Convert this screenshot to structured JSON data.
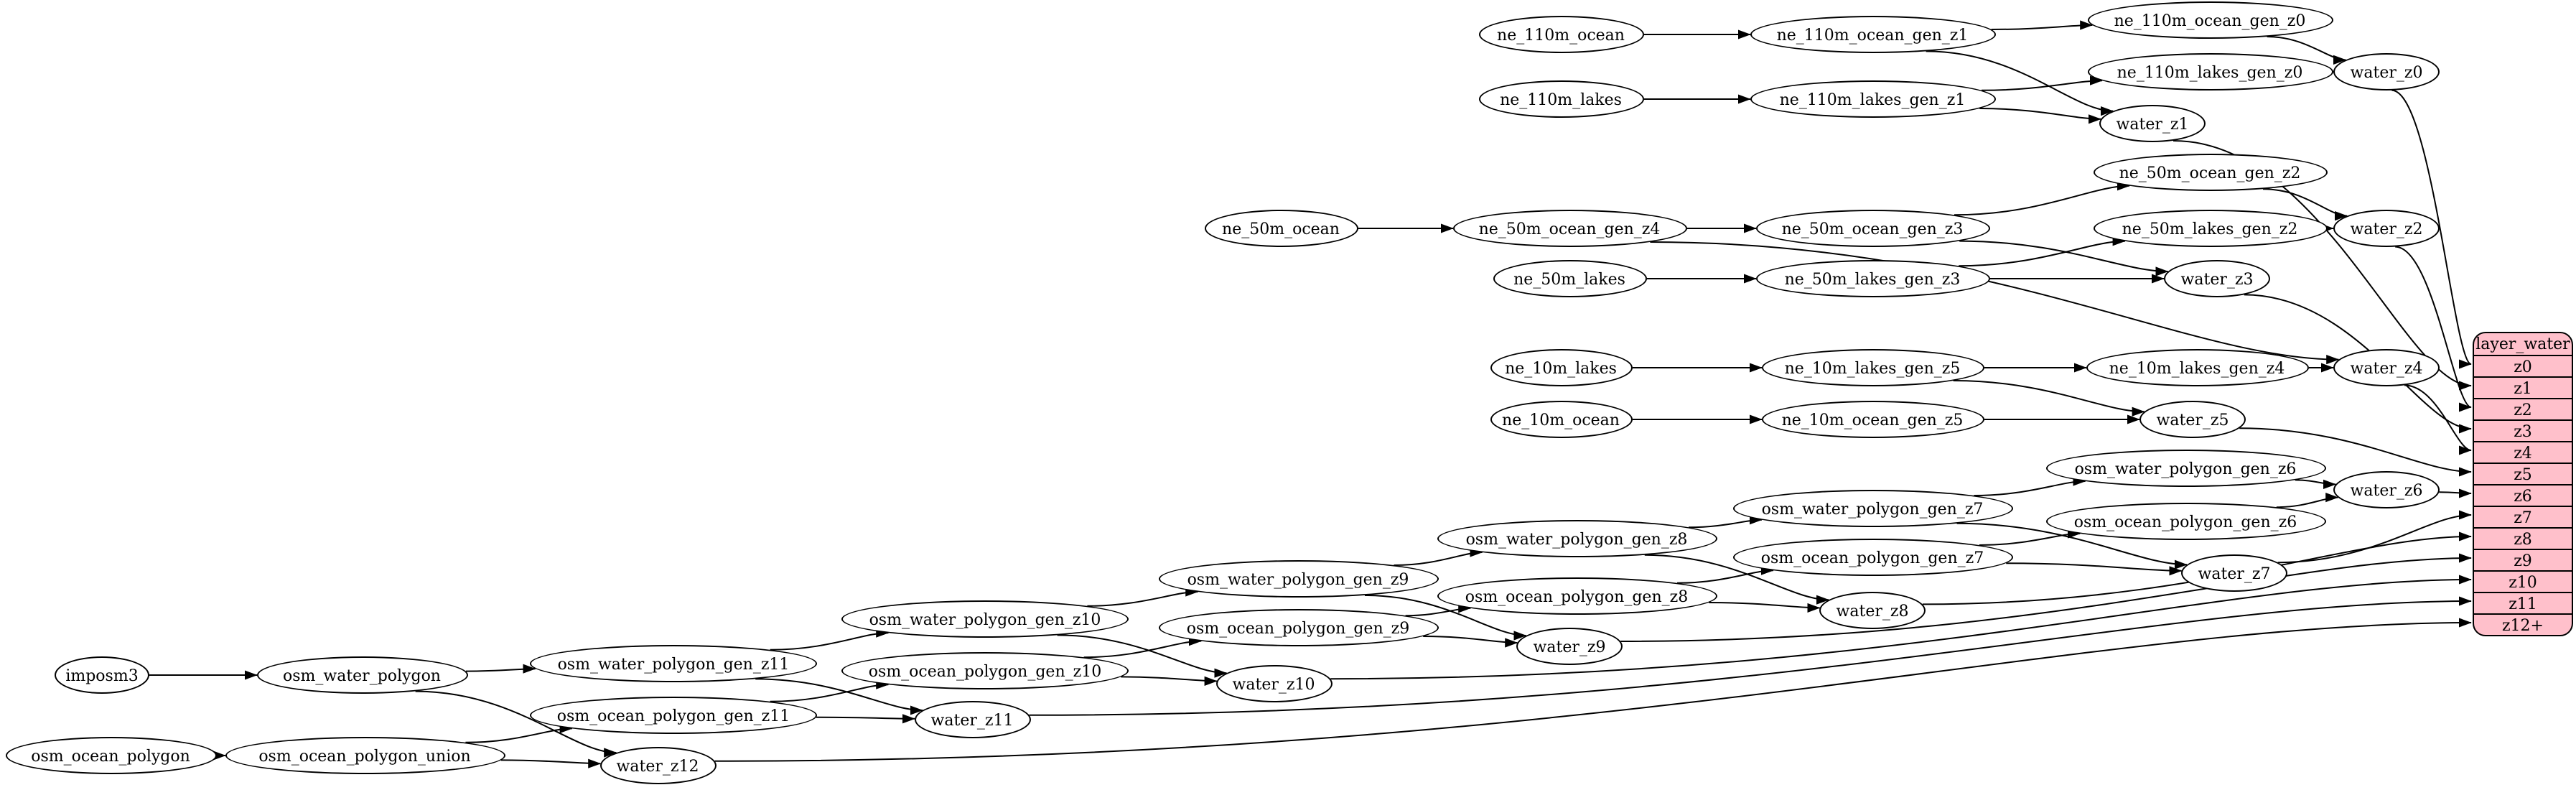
{
  "diagram": {
    "background": "#ffffff",
    "node_fill": "#ffffff",
    "node_border": "#000000",
    "edge_color": "#000000"
  },
  "nodes": {
    "imposm3": "imposm3",
    "osm_water_polygon": "osm_water_polygon",
    "osm_ocean_polygon": "osm_ocean_polygon",
    "osm_ocean_polygon_union": "osm_ocean_polygon_union",
    "osm_water_polygon_gen_z11": "osm_water_polygon_gen_z11",
    "osm_water_polygon_gen_z10": "osm_water_polygon_gen_z10",
    "osm_water_polygon_gen_z9": "osm_water_polygon_gen_z9",
    "osm_water_polygon_gen_z8": "osm_water_polygon_gen_z8",
    "osm_water_polygon_gen_z7": "osm_water_polygon_gen_z7",
    "osm_water_polygon_gen_z6": "osm_water_polygon_gen_z6",
    "osm_ocean_polygon_gen_z11": "osm_ocean_polygon_gen_z11",
    "osm_ocean_polygon_gen_z10": "osm_ocean_polygon_gen_z10",
    "osm_ocean_polygon_gen_z9": "osm_ocean_polygon_gen_z9",
    "osm_ocean_polygon_gen_z8": "osm_ocean_polygon_gen_z8",
    "osm_ocean_polygon_gen_z7": "osm_ocean_polygon_gen_z7",
    "osm_ocean_polygon_gen_z6": "osm_ocean_polygon_gen_z6",
    "ne_110m_ocean": "ne_110m_ocean",
    "ne_110m_lakes": "ne_110m_lakes",
    "ne_110m_ocean_gen_z1": "ne_110m_ocean_gen_z1",
    "ne_110m_ocean_gen_z0": "ne_110m_ocean_gen_z0",
    "ne_110m_lakes_gen_z1": "ne_110m_lakes_gen_z1",
    "ne_110m_lakes_gen_z0": "ne_110m_lakes_gen_z0",
    "ne_50m_ocean": "ne_50m_ocean",
    "ne_50m_lakes": "ne_50m_lakes",
    "ne_50m_ocean_gen_z4": "ne_50m_ocean_gen_z4",
    "ne_50m_ocean_gen_z3": "ne_50m_ocean_gen_z3",
    "ne_50m_ocean_gen_z2": "ne_50m_ocean_gen_z2",
    "ne_50m_lakes_gen_z3": "ne_50m_lakes_gen_z3",
    "ne_50m_lakes_gen_z2": "ne_50m_lakes_gen_z2",
    "ne_10m_ocean": "ne_10m_ocean",
    "ne_10m_lakes": "ne_10m_lakes",
    "ne_10m_lakes_gen_z5": "ne_10m_lakes_gen_z5",
    "ne_10m_lakes_gen_z4": "ne_10m_lakes_gen_z4",
    "ne_10m_ocean_gen_z5": "ne_10m_ocean_gen_z5",
    "water_z0": "water_z0",
    "water_z1": "water_z1",
    "water_z2": "water_z2",
    "water_z3": "water_z3",
    "water_z4": "water_z4",
    "water_z5": "water_z5",
    "water_z6": "water_z6",
    "water_z7": "water_z7",
    "water_z8": "water_z8",
    "water_z9": "water_z9",
    "water_z10": "water_z10",
    "water_z11": "water_z11",
    "water_z12": "water_z12"
  },
  "table": {
    "title": "layer_water",
    "rows": [
      "z0",
      "z1",
      "z2",
      "z3",
      "z4",
      "z5",
      "z6",
      "z7",
      "z8",
      "z9",
      "z10",
      "z11",
      "z12+"
    ],
    "fill": "#ffc0cb",
    "border": "#000000"
  },
  "edges": [
    [
      "ne_110m_ocean",
      "ne_110m_ocean_gen_z1"
    ],
    [
      "ne_110m_ocean_gen_z1",
      "ne_110m_ocean_gen_z0"
    ],
    [
      "ne_110m_ocean_gen_z1",
      "water_z1"
    ],
    [
      "ne_110m_ocean_gen_z0",
      "water_z0"
    ],
    [
      "ne_110m_lakes",
      "ne_110m_lakes_gen_z1"
    ],
    [
      "ne_110m_lakes_gen_z1",
      "ne_110m_lakes_gen_z0"
    ],
    [
      "ne_110m_lakes_gen_z1",
      "water_z1"
    ],
    [
      "ne_110m_lakes_gen_z0",
      "water_z0"
    ],
    [
      "water_z0",
      "layer_water.z0"
    ],
    [
      "water_z1",
      "layer_water.z1"
    ],
    [
      "ne_50m_ocean",
      "ne_50m_ocean_gen_z4"
    ],
    [
      "ne_50m_ocean_gen_z4",
      "ne_50m_ocean_gen_z3"
    ],
    [
      "ne_50m_ocean_gen_z4",
      "water_z4"
    ],
    [
      "ne_50m_ocean_gen_z3",
      "ne_50m_ocean_gen_z2"
    ],
    [
      "ne_50m_ocean_gen_z3",
      "water_z3"
    ],
    [
      "ne_50m_ocean_gen_z2",
      "water_z2"
    ],
    [
      "ne_50m_lakes",
      "ne_50m_lakes_gen_z3"
    ],
    [
      "ne_50m_lakes_gen_z3",
      "ne_50m_lakes_gen_z2"
    ],
    [
      "ne_50m_lakes_gen_z3",
      "water_z3"
    ],
    [
      "ne_50m_lakes_gen_z2",
      "water_z2"
    ],
    [
      "water_z2",
      "layer_water.z2"
    ],
    [
      "water_z3",
      "layer_water.z3"
    ],
    [
      "ne_10m_lakes",
      "ne_10m_lakes_gen_z5"
    ],
    [
      "ne_10m_lakes_gen_z5",
      "ne_10m_lakes_gen_z4"
    ],
    [
      "ne_10m_lakes_gen_z5",
      "water_z5"
    ],
    [
      "ne_10m_lakes_gen_z4",
      "water_z4"
    ],
    [
      "water_z4",
      "layer_water.z4"
    ],
    [
      "ne_10m_ocean",
      "ne_10m_ocean_gen_z5"
    ],
    [
      "ne_10m_ocean_gen_z5",
      "water_z5"
    ],
    [
      "water_z5",
      "layer_water.z5"
    ],
    [
      "imposm3",
      "osm_water_polygon"
    ],
    [
      "osm_water_polygon",
      "osm_water_polygon_gen_z11"
    ],
    [
      "osm_water_polygon",
      "water_z12"
    ],
    [
      "osm_water_polygon_gen_z11",
      "osm_water_polygon_gen_z10"
    ],
    [
      "osm_water_polygon_gen_z11",
      "water_z11"
    ],
    [
      "osm_water_polygon_gen_z10",
      "osm_water_polygon_gen_z9"
    ],
    [
      "osm_water_polygon_gen_z10",
      "water_z10"
    ],
    [
      "osm_water_polygon_gen_z9",
      "osm_water_polygon_gen_z8"
    ],
    [
      "osm_water_polygon_gen_z9",
      "water_z9"
    ],
    [
      "osm_water_polygon_gen_z8",
      "osm_water_polygon_gen_z7"
    ],
    [
      "osm_water_polygon_gen_z8",
      "water_z8"
    ],
    [
      "osm_water_polygon_gen_z7",
      "osm_water_polygon_gen_z6"
    ],
    [
      "osm_water_polygon_gen_z7",
      "water_z7"
    ],
    [
      "osm_water_polygon_gen_z6",
      "water_z6"
    ],
    [
      "osm_ocean_polygon",
      "osm_ocean_polygon_union"
    ],
    [
      "osm_ocean_polygon_union",
      "osm_ocean_polygon_gen_z11"
    ],
    [
      "osm_ocean_polygon_union",
      "water_z12"
    ],
    [
      "osm_ocean_polygon_gen_z11",
      "osm_ocean_polygon_gen_z10"
    ],
    [
      "osm_ocean_polygon_gen_z11",
      "water_z11"
    ],
    [
      "osm_ocean_polygon_gen_z10",
      "osm_ocean_polygon_gen_z9"
    ],
    [
      "osm_ocean_polygon_gen_z10",
      "water_z10"
    ],
    [
      "osm_ocean_polygon_gen_z9",
      "osm_ocean_polygon_gen_z8"
    ],
    [
      "osm_ocean_polygon_gen_z9",
      "water_z9"
    ],
    [
      "osm_ocean_polygon_gen_z8",
      "osm_ocean_polygon_gen_z7"
    ],
    [
      "osm_ocean_polygon_gen_z8",
      "water_z8"
    ],
    [
      "osm_ocean_polygon_gen_z7",
      "osm_ocean_polygon_gen_z6"
    ],
    [
      "osm_ocean_polygon_gen_z7",
      "water_z7"
    ],
    [
      "osm_ocean_polygon_gen_z6",
      "water_z6"
    ],
    [
      "water_z6",
      "layer_water.z6"
    ],
    [
      "water_z7",
      "layer_water.z7"
    ],
    [
      "water_z8",
      "layer_water.z8"
    ],
    [
      "water_z9",
      "layer_water.z9"
    ],
    [
      "water_z10",
      "layer_water.z10"
    ],
    [
      "water_z11",
      "layer_water.z11"
    ],
    [
      "water_z12",
      "layer_water.z12+"
    ]
  ]
}
